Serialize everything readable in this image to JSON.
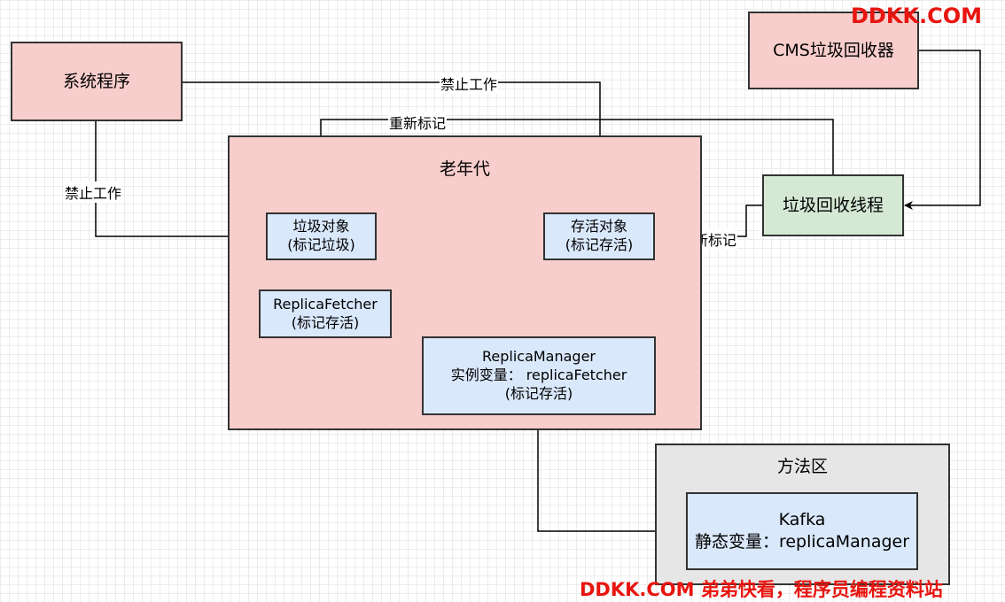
{
  "nodes": {
    "system_program": "系统程序",
    "cms_collector": "CMS垃圾回收器",
    "gc_thread": "垃圾回收线程",
    "old_gen_title": "老年代",
    "garbage_object": [
      "垃圾对象",
      "(标记垃圾)"
    ],
    "live_object": [
      "存活对象",
      "(标记存活)"
    ],
    "replica_fetcher": [
      "ReplicaFetcher",
      "(标记存活)"
    ],
    "replica_manager": [
      "ReplicaManager",
      "实例变量： replicaFetcher",
      "(标记存活)"
    ],
    "method_area_title": "方法区",
    "kafka": [
      "Kafka",
      "静态变量：replicaManager"
    ]
  },
  "edges": {
    "stop_work_top": "禁止工作",
    "stop_work_left": "禁止工作",
    "remark_top": "重新标记",
    "remark_right": "重新标记"
  },
  "watermark": {
    "top": "DDKK.COM",
    "bottom": "DDKK.COM 弟弟快看，程序员编程资料站"
  },
  "colors": {
    "pink": "#f8cecc",
    "blue": "#dae8fc",
    "green": "#d5e8d4",
    "gray": "#e6e6e6",
    "watermark": "#e8150f"
  }
}
